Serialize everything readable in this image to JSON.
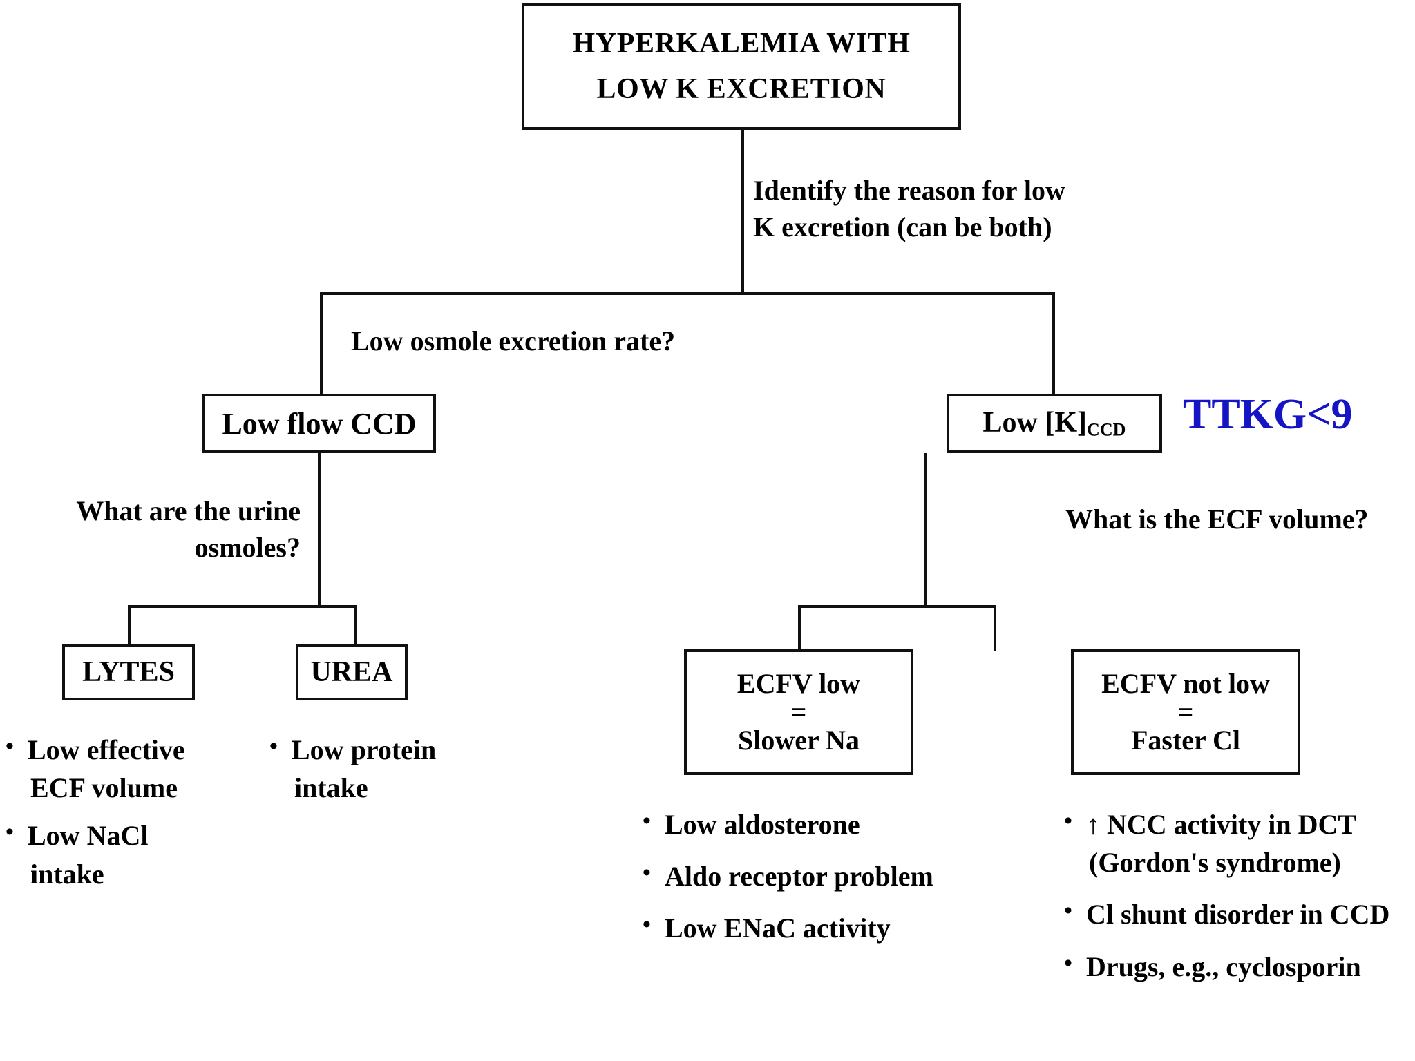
{
  "diagram": {
    "title_box": {
      "line1": "HYPERKALEMIA WITH",
      "line2": "LOW K EXCRETION"
    },
    "root_annotation": {
      "line1": "Identify the reason for low",
      "line2": "K excretion (can be both)"
    },
    "level1_question": "Low osmole excretion rate?",
    "branches": {
      "left": {
        "box_label": "Low flow CCD",
        "question_line1": "What are the urine",
        "question_line2": "osmoles?",
        "children": [
          {
            "box_label": "LYTES",
            "bullets": [
              {
                "line1": "Low effective",
                "line2": "ECF volume"
              },
              {
                "line1": "Low NaCl",
                "line2": "intake"
              }
            ]
          },
          {
            "box_label": "UREA",
            "bullets": [
              {
                "line1": "Low protein",
                "line2": "intake"
              }
            ]
          }
        ]
      },
      "right": {
        "box_label_main": "Low [K]",
        "box_label_sub": "CCD",
        "side_note": "TTKG<9",
        "side_note_color": "#1515c4",
        "question": "What is the ECF volume?",
        "children": [
          {
            "box_line1": "ECFV low",
            "box_line2": "=",
            "box_line3": "Slower Na",
            "bullets": [
              {
                "line1": "Low aldosterone",
                "line2": ""
              },
              {
                "line1": "Aldo receptor problem",
                "line2": ""
              },
              {
                "line1": "Low ENaC activity",
                "line2": ""
              }
            ]
          },
          {
            "box_line1": "ECFV not low",
            "box_line2": "=",
            "box_line3": "Faster Cl",
            "bullets": [
              {
                "line1": "↑ NCC activity in DCT",
                "line2": "(Gordon's syndrome)"
              },
              {
                "line1": "Cl shunt disorder in CCD",
                "line2": ""
              },
              {
                "line1": "Drugs, e.g., cyclosporin",
                "line2": ""
              }
            ]
          }
        ]
      }
    },
    "bullet_marker": "•"
  }
}
